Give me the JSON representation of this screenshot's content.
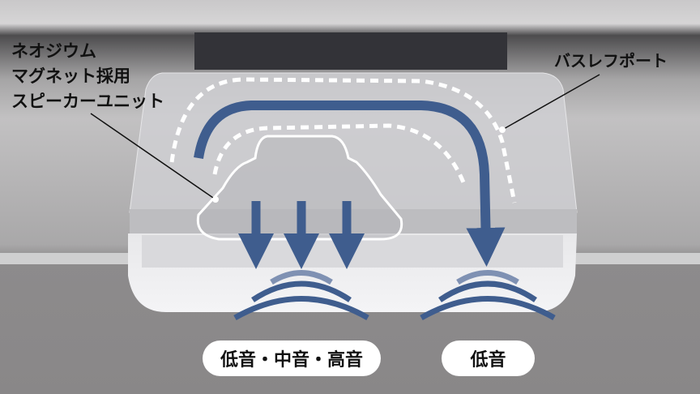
{
  "labels": {
    "speaker_unit": [
      "ネオジウム",
      "マグネット採用",
      "スピーカーユニット"
    ],
    "bass_reflex_port": "バスレフポート"
  },
  "badges": {
    "full_range": "低音・中音・高音",
    "bass": "低音"
  },
  "colors": {
    "arrow": "#3f5d8e",
    "wave": "#3f5d8e",
    "background": "#8e8c8d"
  }
}
